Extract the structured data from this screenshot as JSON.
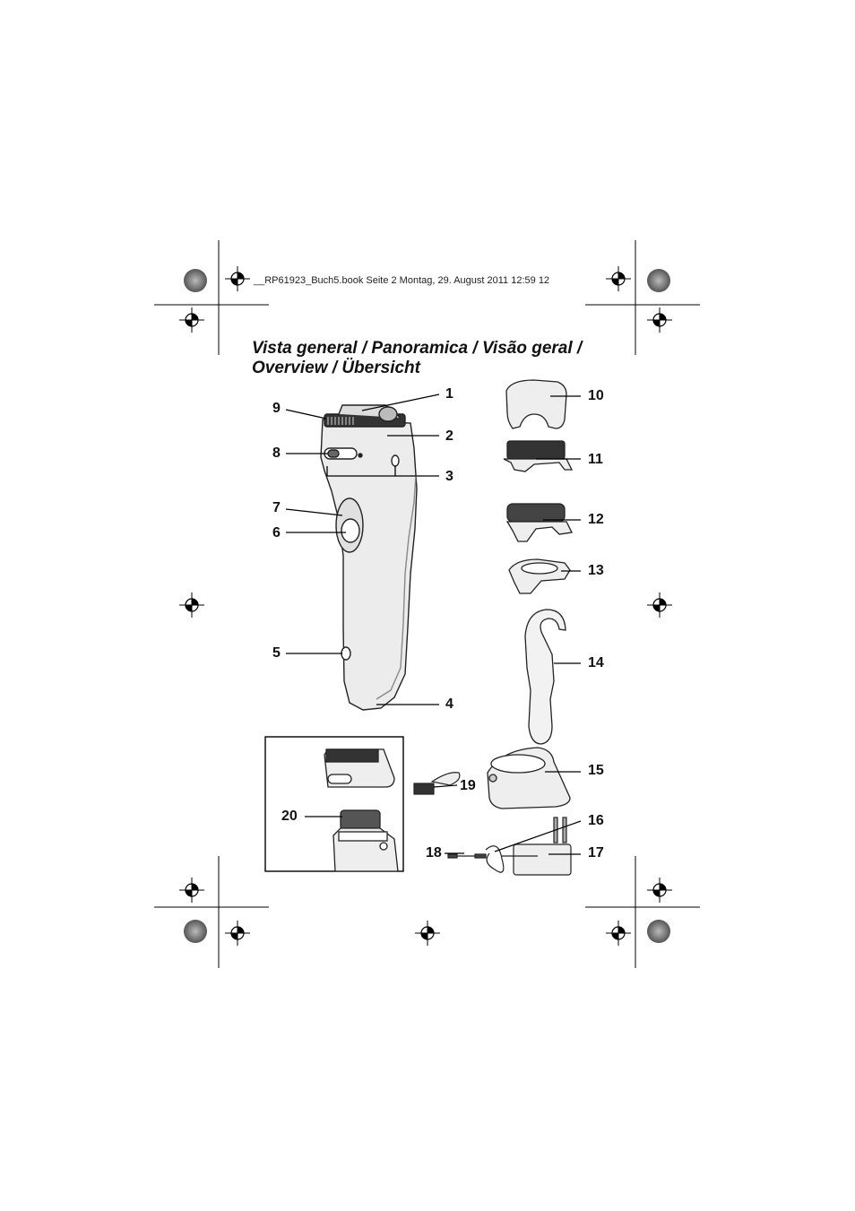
{
  "header": {
    "file_line": "__RP61923_Buch5.book  Seite 2  Montag, 29. August 2011  12:59 12"
  },
  "title": {
    "line1": "Vista general / Panoramica / Visão geral /",
    "line2": "Overview / Übersicht"
  },
  "labels": {
    "n1": "1",
    "n2": "2",
    "n3": "3",
    "n4": "4",
    "n5": "5",
    "n6": "6",
    "n7": "7",
    "n8": "8",
    "n9": "9",
    "n10": "10",
    "n11": "11",
    "n12": "12",
    "n13": "13",
    "n14": "14",
    "n15": "15",
    "n16": "16",
    "n17": "17",
    "n18": "18",
    "n19": "19",
    "n20": "20"
  }
}
